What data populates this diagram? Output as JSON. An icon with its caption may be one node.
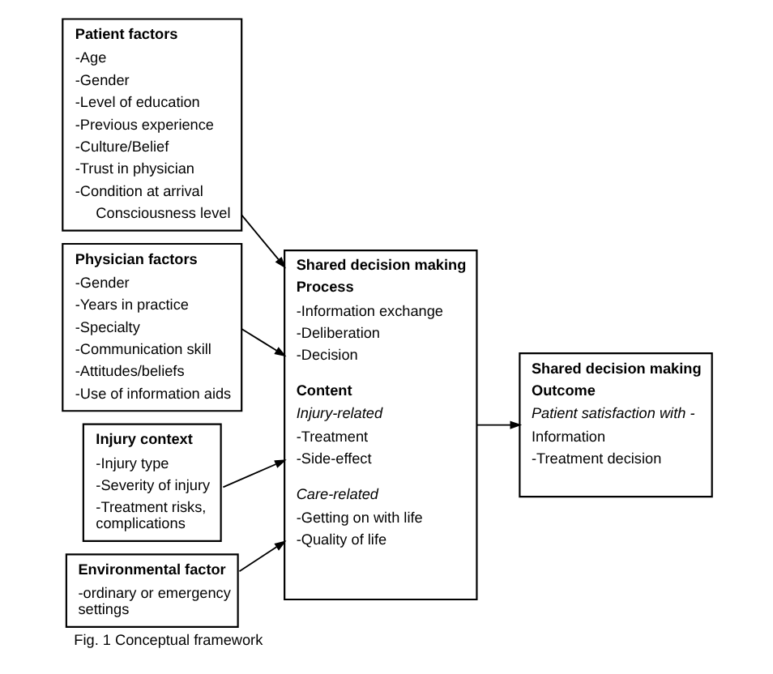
{
  "diagram": {
    "caption": "Fig. 1 Conceptual framework",
    "nodes": [
      {
        "text": [
          "Patient factors",
          "-Age",
          "-Gender",
          "-Level of education",
          "-Previous experience",
          "-Culture/Belief",
          "-Trust in physician",
          "-Condition at arrival",
          "Consciousness level"
        ]
      },
      {
        "text": [
          "Physician factors",
          "-Gender",
          "-Years in practice",
          "-Specialty",
          "-Communication skill",
          "-Attitudes/beliefs",
          "-Use of information aids"
        ]
      },
      {
        "text": [
          "Injury context",
          "-Injury type",
          "-Severity of injury",
          "-Treatment risks, complications"
        ]
      },
      {
        "text": [
          "Environmental factor",
          "-ordinary or emergency settings"
        ]
      },
      {
        "text": [
          "Shared decision making",
          "Process",
          "-Information exchange",
          "-Deliberation",
          "-Decision",
          "Content",
          "Injury-related",
          "-Treatment",
          "-Side-effect",
          "Care-related",
          "-Getting on with life",
          "-Quality of life"
        ]
      },
      {
        "text": [
          "Shared decision making",
          "Outcome",
          "Patient satisfaction with -",
          "Information",
          "-Treatment decision"
        ]
      }
    ],
    "edges": [
      {
        "from": 0,
        "to": 4,
        "arrow": "to"
      },
      {
        "from": 1,
        "to": 4,
        "arrow": "to"
      },
      {
        "from": 2,
        "to": 4,
        "arrow": "to"
      },
      {
        "from": 3,
        "to": 4,
        "arrow": "to"
      },
      {
        "from": 4,
        "to": 5,
        "arrow": "to"
      }
    ]
  }
}
